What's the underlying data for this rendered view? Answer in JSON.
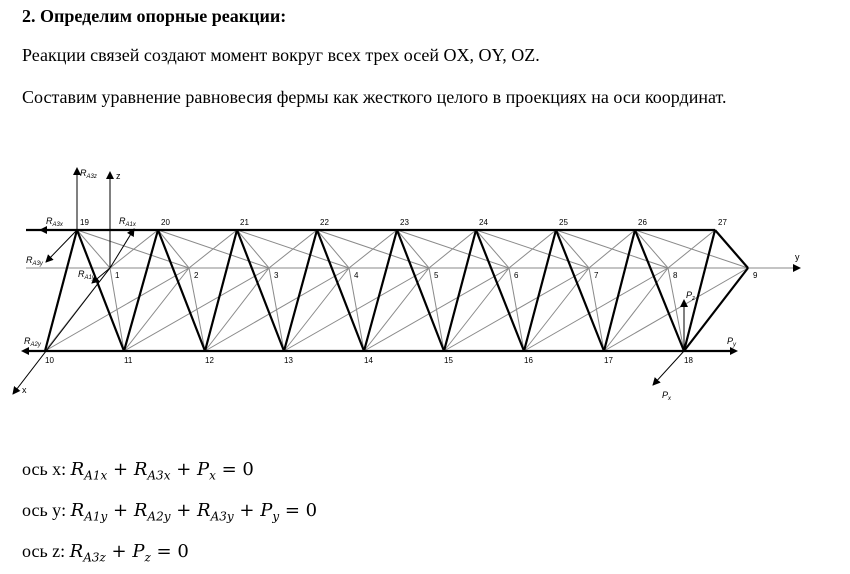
{
  "heading": "2. Определим опорные реакции:",
  "paragraph1": "Реакции связей создают момент вокруг всех трех осей OX, OY, OZ.",
  "paragraph2": "Составим уравнение равновесия фермы как жесткого целого в проекциях на оси координат.",
  "equations": {
    "x_label": "ось x:",
    "y_label": "ось y:",
    "z_label": "ось z:"
  },
  "diagram": {
    "node_labels": [
      "1",
      "2",
      "3",
      "4",
      "5",
      "6",
      "7",
      "8",
      "9",
      "10",
      "11",
      "12",
      "13",
      "14",
      "15",
      "16",
      "17",
      "18",
      "19",
      "20",
      "21",
      "22",
      "23",
      "24",
      "25",
      "26",
      "27"
    ],
    "axis_labels": {
      "y": "y",
      "z": "z",
      "x": "x"
    },
    "force_labels": {
      "RA3z": "RA3z",
      "RA3x": "RA3x",
      "RA1x": "RA1x",
      "RA3y": "RA3y",
      "RA1y": "RA1y",
      "RA2y": "RA2y",
      "Pz": "Pz",
      "Py": "Py",
      "Px": "Px"
    }
  }
}
